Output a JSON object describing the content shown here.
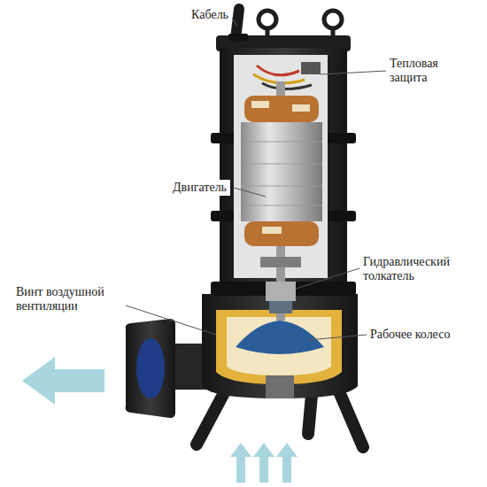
{
  "diagram": {
    "labels": [
      "Кабель",
      "Тепловая защита",
      "Двигатель",
      "Гидравлический толкатель",
      "Винт воздушной вентиляции",
      "Рабочее колесо"
    ]
  }
}
